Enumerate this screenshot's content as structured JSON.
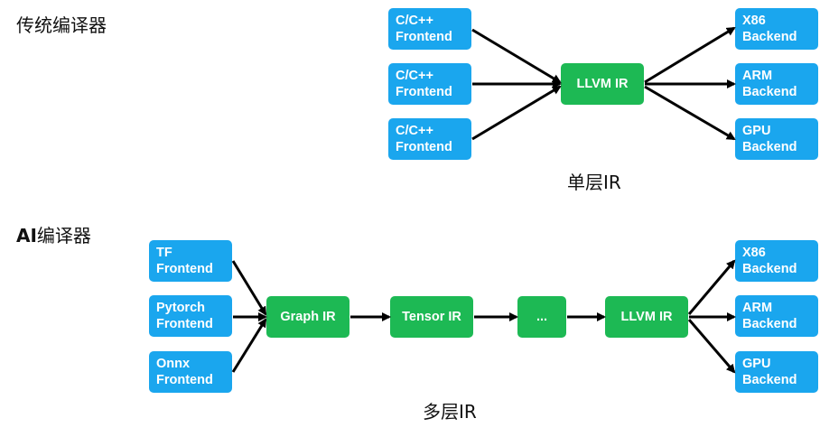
{
  "traditional": {
    "title": "传统编译器",
    "frontends": [
      {
        "line1": "C/C++",
        "line2": "Frontend"
      },
      {
        "line1": "C/C++",
        "line2": "Frontend"
      },
      {
        "line1": "C/C++",
        "line2": "Frontend"
      }
    ],
    "ir": "LLVM IR",
    "backends": [
      {
        "line1": "X86",
        "line2": "Backend"
      },
      {
        "line1": "ARM",
        "line2": "Backend"
      },
      {
        "line1": "GPU",
        "line2": "Backend"
      }
    ],
    "caption": "单层IR"
  },
  "ai": {
    "title_latin": "AI",
    "title_rest": "编译器",
    "frontends": [
      {
        "line1": "TF",
        "line2": "Frontend"
      },
      {
        "line1": "Pytorch",
        "line2": "Frontend"
      },
      {
        "line1": "Onnx",
        "line2": "Frontend"
      }
    ],
    "ir_chain": [
      "Graph IR",
      "Tensor IR",
      "...",
      "LLVM IR"
    ],
    "backends": [
      {
        "line1": "X86",
        "line2": "Backend"
      },
      {
        "line1": "ARM",
        "line2": "Backend"
      },
      {
        "line1": "GPU",
        "line2": "Backend"
      }
    ],
    "caption": "多层IR"
  },
  "colors": {
    "frontend_backend": "#1aa6ee",
    "ir": "#1db954",
    "arrow": "#000000"
  }
}
